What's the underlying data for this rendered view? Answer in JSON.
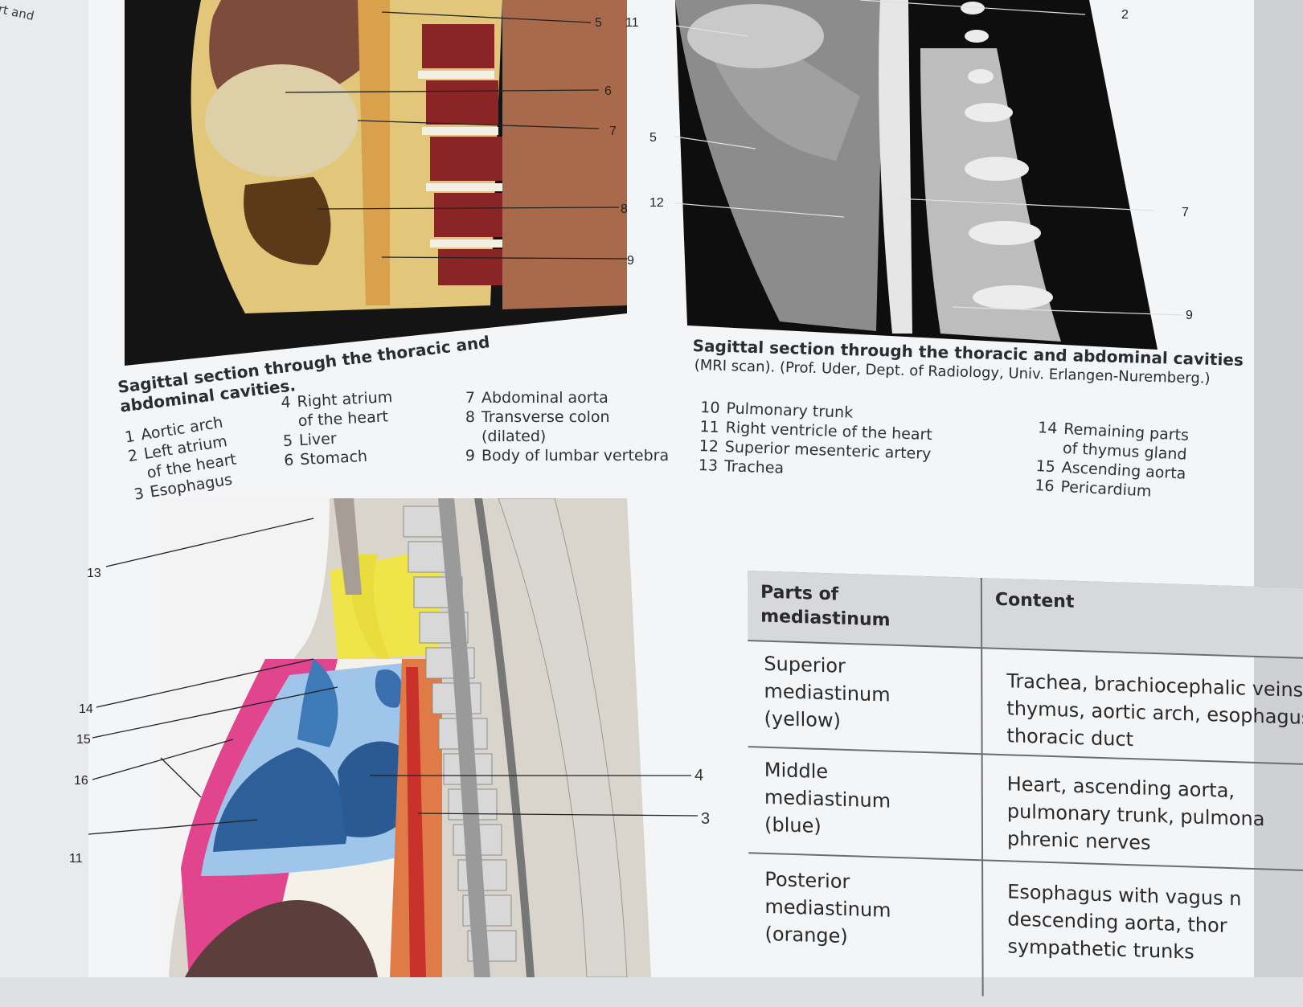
{
  "corner_text": "rt and",
  "figure1": {
    "caption": "Sagittal section through the thoracic and abdominal cavities.",
    "labels": [
      "5",
      "6",
      "7",
      "8",
      "9"
    ]
  },
  "figure2": {
    "caption_line1": "Sagittal section through the thoracic and abdominal cavities",
    "caption_line2": "(MRI scan). (Prof. Uder, Dept. of Radiology, Univ. Erlangen-Nuremberg.)",
    "labels": [
      "11",
      "2",
      "5",
      "12",
      "7",
      "9"
    ]
  },
  "legend": [
    {
      "num": "1",
      "text": "Aortic arch"
    },
    {
      "num": "2",
      "text": "Left atrium"
    },
    {
      "num": "",
      "text": "of the heart"
    },
    {
      "num": "3",
      "text": "Esophagus"
    },
    {
      "num": "4",
      "text": "Right atrium"
    },
    {
      "num": "",
      "text": "of the heart"
    },
    {
      "num": "5",
      "text": "Liver"
    },
    {
      "num": "6",
      "text": "Stomach"
    },
    {
      "num": "7",
      "text": "Abdominal aorta"
    },
    {
      "num": "8",
      "text": "Transverse colon"
    },
    {
      "num": "",
      "text": "(dilated)"
    },
    {
      "num": "9",
      "text": "Body of lumbar vertebra"
    },
    {
      "num": "10",
      "text": "Pulmonary trunk"
    },
    {
      "num": "11",
      "text": "Right ventricle of the heart"
    },
    {
      "num": "12",
      "text": "Superior mesenteric artery"
    },
    {
      "num": "13",
      "text": "Trachea"
    },
    {
      "num": "14",
      "text": "Remaining parts"
    },
    {
      "num": "",
      "text": "of thymus gland"
    },
    {
      "num": "15",
      "text": "Ascending aorta"
    },
    {
      "num": "16",
      "text": "Pericardium"
    }
  ],
  "figure3": {
    "labels": [
      "13",
      "14",
      "15",
      "16",
      "11",
      "4",
      "3"
    ]
  },
  "table": {
    "headers": [
      "Parts of mediastinum",
      "Content"
    ],
    "rows": [
      {
        "part": [
          "Superior",
          "mediastinum",
          "(yellow)"
        ],
        "content": [
          "Trachea, brachiocephalic veins,",
          "thymus, aortic arch, esophagus",
          "thoracic duct"
        ]
      },
      {
        "part": [
          "Middle",
          "mediastinum",
          "(blue)"
        ],
        "content": [
          "Heart, ascending aorta,",
          "pulmonary trunk, pulmona",
          "phrenic nerves"
        ]
      },
      {
        "part": [
          "Posterior",
          "mediastinum",
          "(orange)"
        ],
        "content": [
          "Esophagus with vagus n",
          "descending aorta, thor",
          "sympathetic trunks"
        ]
      }
    ]
  }
}
